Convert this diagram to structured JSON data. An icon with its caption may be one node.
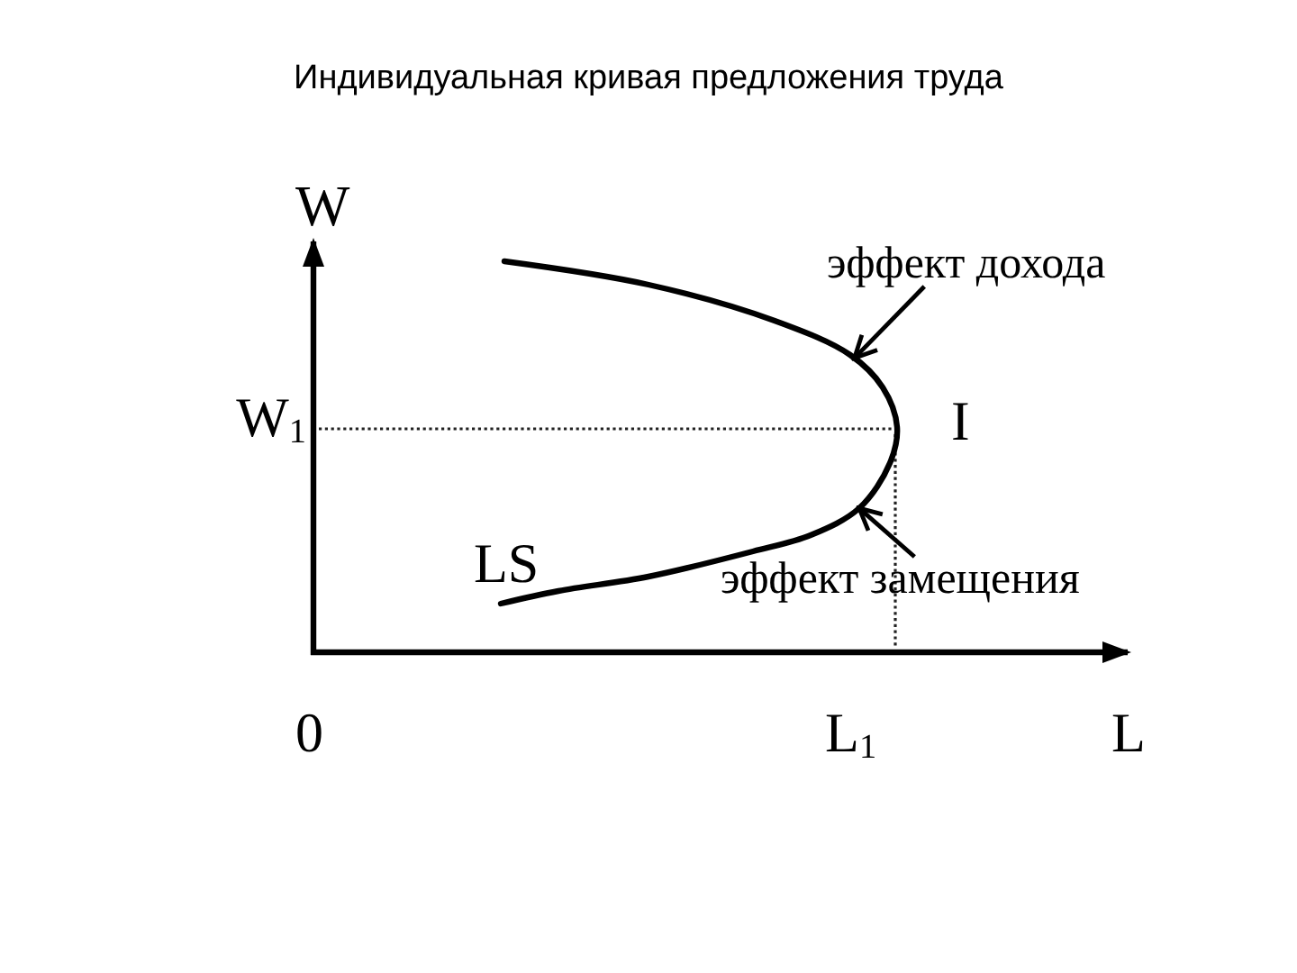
{
  "diagram": {
    "title": "Индивидуальная кривая предложения труда",
    "nodes": [
      {
        "text": [
          "эффект дохода"
        ]
      },
      {
        "text": [
          "LS"
        ]
      },
      {
        "text": [
          "эффект замещения"
        ]
      }
    ],
    "edges": [
      {
        "from": 0,
        "to": 1,
        "arrow": "to"
      },
      {
        "from": 2,
        "to": 1,
        "arrow": "to"
      }
    ],
    "labels": [
      "W",
      "W$_{1}$",
      "I",
      "0",
      "L$_{1}$",
      "L"
    ]
  }
}
